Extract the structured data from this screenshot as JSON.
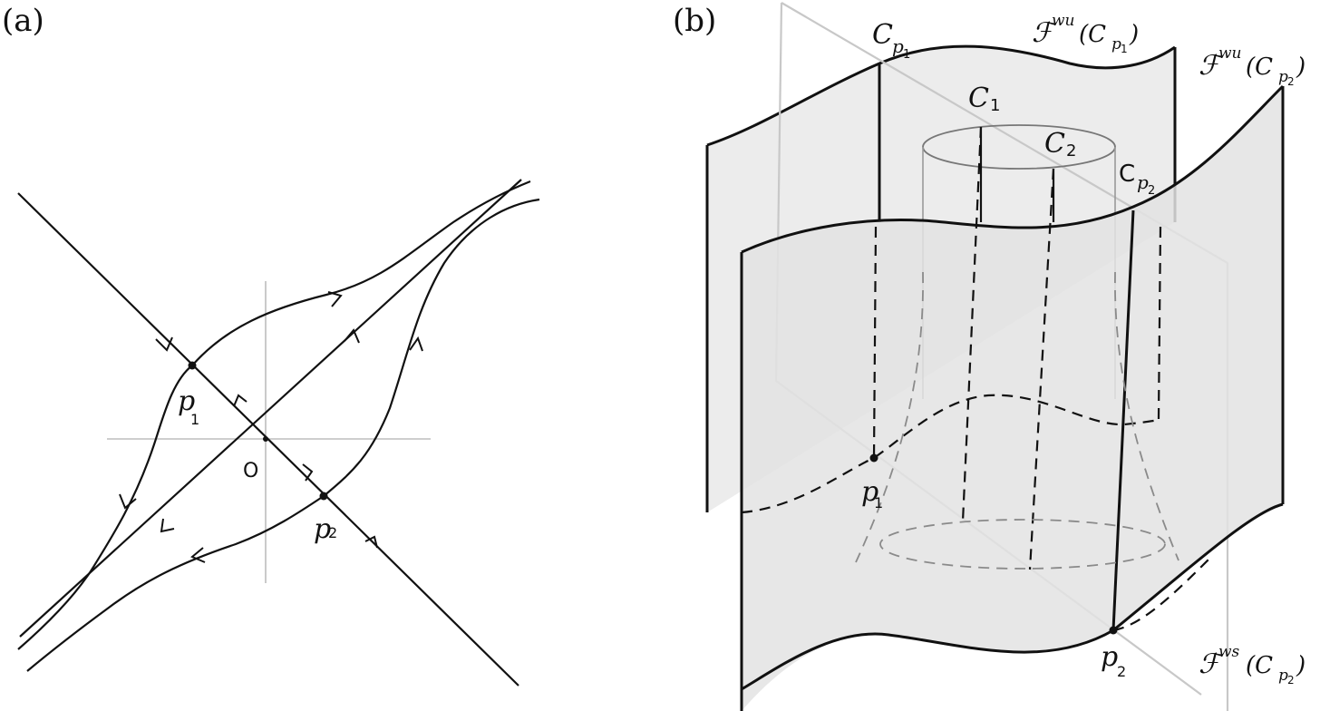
{
  "panel_a": {
    "label": "(a)",
    "p1": {
      "main": "p",
      "sub": "1"
    },
    "p2": {
      "main": "p",
      "sub": "2"
    },
    "origin": "O"
  },
  "panel_b": {
    "label": "(b)",
    "c_p1": {
      "main": "C",
      "sub": "p",
      "subsub": "1"
    },
    "c1": {
      "main": "C",
      "sub": "1"
    },
    "c2": {
      "main": "C",
      "sub": "2"
    },
    "c_p2": {
      "main": "C",
      "sub": "p",
      "subsub": "2"
    },
    "f_wu_cp1": {
      "script": "ℱ",
      "sup": "wu",
      "open": "(C",
      "sub": "p",
      "subsub": "1",
      "close": ")"
    },
    "f_wu_cp2": {
      "script": "ℱ",
      "sup": "wu",
      "open": "(C",
      "sub": "p",
      "subsub": "2",
      "close": ")"
    },
    "f_ws_cp2": {
      "script": "ℱ",
      "sup": "ws",
      "open": "(C",
      "sub": "p",
      "subsub": "2",
      "close": ")"
    },
    "p1": {
      "main": "p",
      "sub": "1"
    },
    "p2": {
      "main": "p",
      "sub": "2"
    }
  },
  "colors": {
    "ink": "#111111",
    "sheet_fill": "#ececec",
    "sheet_fill_front": "#e3e3e3",
    "guide": "#bdbdbd"
  }
}
